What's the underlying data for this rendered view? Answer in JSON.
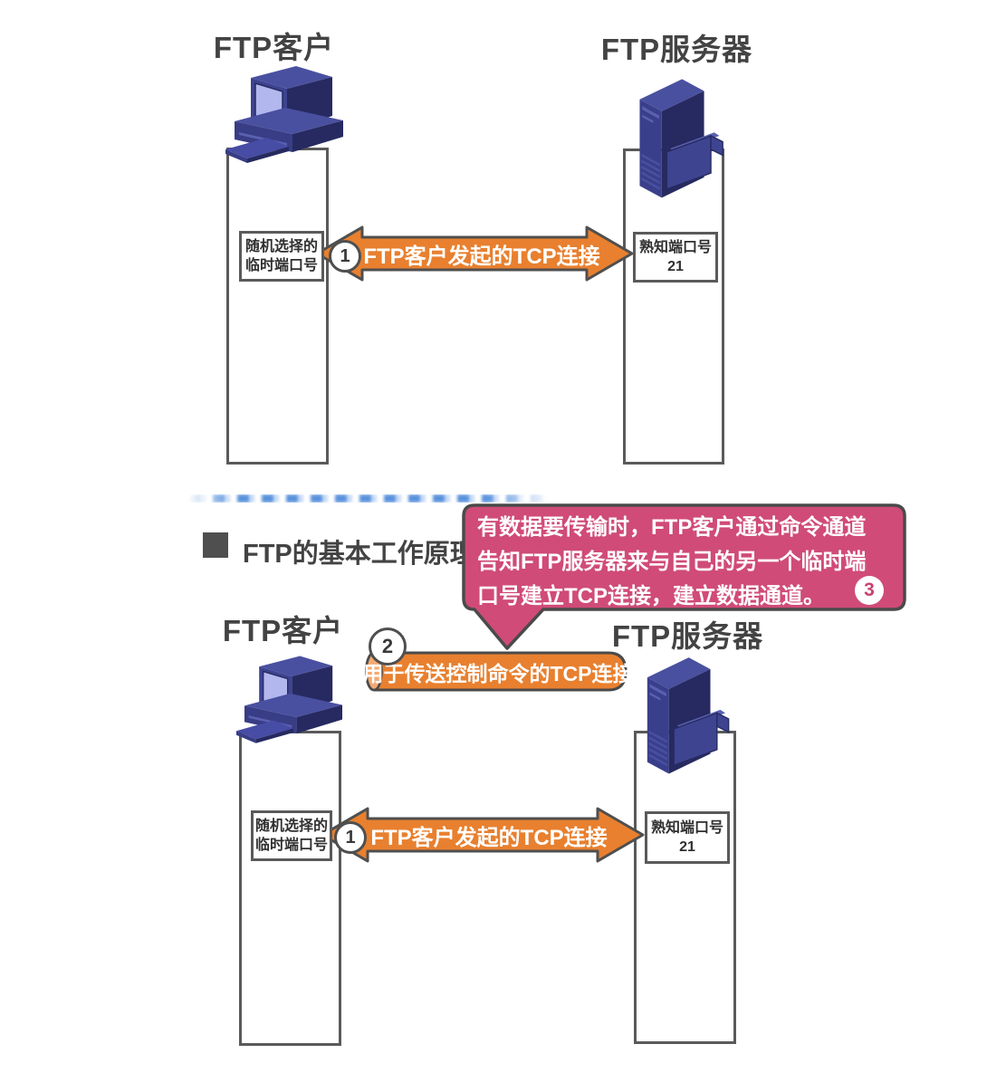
{
  "colors": {
    "orange": "#E8802F",
    "orange_cap": "#F3AA72",
    "pink": "#D04B78",
    "outline_gray": "#4F4F4F",
    "navy_dark": "#262A60",
    "navy_mid": "#3A3F8C",
    "navy_top": "#4A50A0",
    "screen_blue": "#B2B8EE",
    "ghost_blue": "#3C7FD6"
  },
  "section_heading": {
    "text": "FTP的基本工作原理"
  },
  "callout": {
    "line1": "有数据要传输时，FTP客户通过命令通道",
    "line2": "告知FTP服务器来与自己的另一个临时端",
    "line3": "口号建立TCP连接，建立数据通道。",
    "step": "3"
  },
  "diagram_top": {
    "client_label": "FTP客户",
    "server_label": "FTP服务器",
    "client_port": [
      "随机选择的",
      "临时端口号"
    ],
    "server_port": [
      "熟知端口号",
      "21"
    ],
    "connection1": {
      "step": "1",
      "label": "FTP客户发起的TCP连接"
    }
  },
  "diagram_bottom": {
    "client_label": "FTP客户",
    "server_label": "FTP服务器",
    "client_port": [
      "随机选择的",
      "临时端口号"
    ],
    "server_port": [
      "熟知端口号",
      "21"
    ],
    "connection1": {
      "step": "1",
      "label": "FTP客户发起的TCP连接"
    },
    "connection2": {
      "step": "2",
      "label": "用于传送控制命令的TCP连接"
    }
  }
}
